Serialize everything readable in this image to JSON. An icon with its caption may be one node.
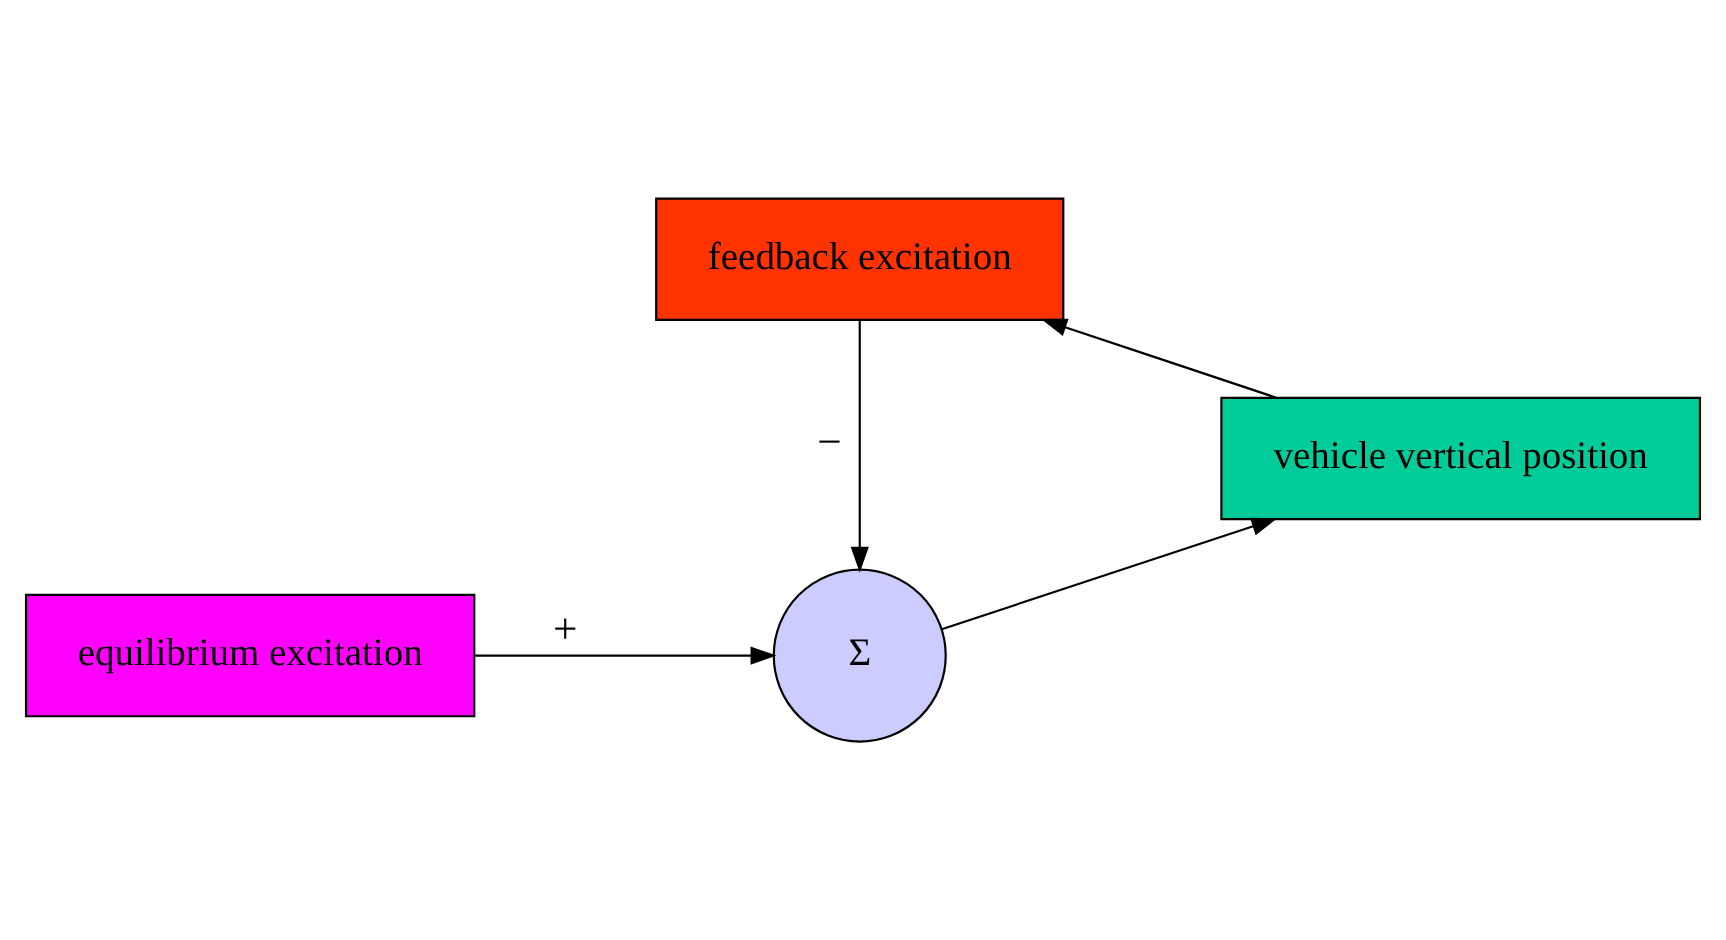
{
  "diagram": {
    "nodes": [
      {
        "text": [
          "equilibrium excitation"
        ]
      },
      {
        "text": [
          "Σ"
        ]
      },
      {
        "text": [
          "vehicle vertical position"
        ]
      },
      {
        "text": [
          "feedback excitation"
        ]
      }
    ],
    "edges": [
      {
        "from": 0,
        "to": 1,
        "arrow": "to",
        "label": "+"
      },
      {
        "from": 1,
        "to": 2,
        "arrow": "to"
      },
      {
        "from": 2,
        "to": 3,
        "arrow": "to"
      },
      {
        "from": 3,
        "to": 1,
        "arrow": "to",
        "label": "−"
      }
    ]
  }
}
